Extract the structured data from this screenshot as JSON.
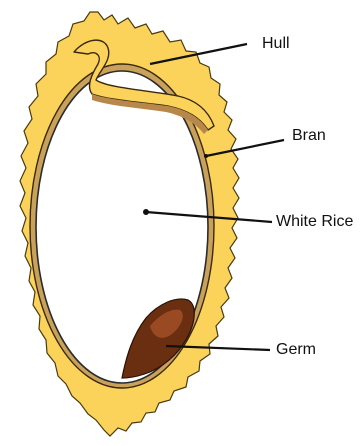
{
  "diagram": {
    "labels": {
      "hull": "Hull",
      "bran": "Bran",
      "white_rice": "White Rice",
      "germ": "Germ"
    }
  }
}
